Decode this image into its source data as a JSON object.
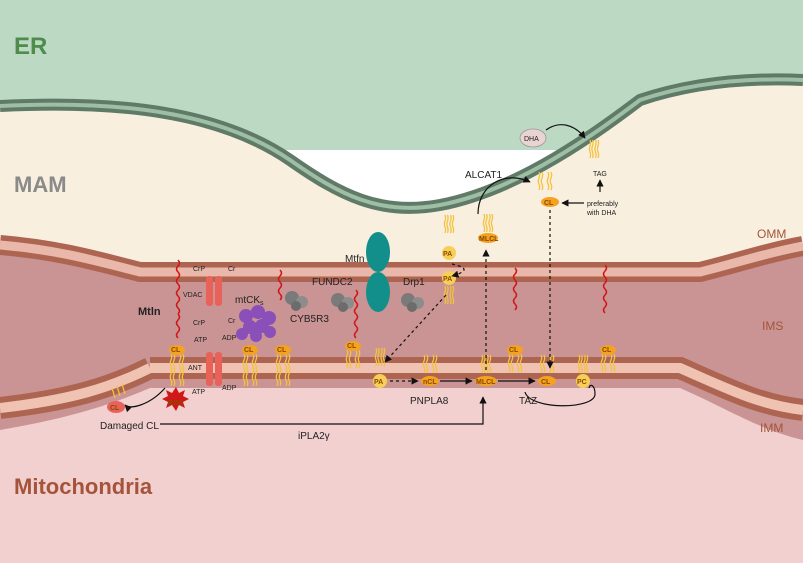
{
  "regions": {
    "er": "ER",
    "mam": "MAM",
    "mitochondria": "Mitochondria",
    "omm": "OMM",
    "ims": "IMS",
    "imm": "IMM"
  },
  "proteins": {
    "mtln": "Mtln",
    "vdac": "VDAC",
    "ant": "ANT",
    "mtck": "mtCK",
    "mtck_sub": "s",
    "cyb5r3": "CYB5R3",
    "fundc2": "FUNDC2",
    "mtfn": "Mtfn",
    "drp1": "Drp1",
    "alcat1": "ALCAT1",
    "pnpla8": "PNPLA8",
    "taz": "TAZ",
    "ipla2g": "iPLA2γ"
  },
  "metabolites": {
    "crp": "CrP",
    "cr": "Cr",
    "atp": "ATP",
    "adp": "ADP",
    "ros": "ROS",
    "dha": "DHA",
    "tag": "TAG"
  },
  "lipids": {
    "cl": "CL",
    "pa": "PA",
    "mlcl": "MLCL",
    "ncl": "nCL",
    "pc": "PC"
  },
  "annotations": {
    "damaged_cl": "Damaged CL",
    "preferably_dha": [
      "preferably",
      "with DHA"
    ]
  },
  "colors": {
    "er": "#bcd9c4",
    "mam": "#f8efdf",
    "omm_band": "#ad6552",
    "omm_inner": "#e9b8aa",
    "ims": "#c99493",
    "imm_inner": "#f0c2b2",
    "matrix": "#f2d0cf",
    "er_membrane": "#5f7a66",
    "lipid_head": "#f4a21f",
    "pa_head": "#f7cf57",
    "tail": "#f4c23c",
    "protein_red": "#e8625a",
    "helix": "#d01818",
    "mtfn": "#138f8b",
    "grey_protein": "#7a7a7a",
    "mtck": "#8a4fb8",
    "region_er": "#4f8c4c",
    "region_mam": "#8a8a8a",
    "region_mito": "#a4543b"
  }
}
